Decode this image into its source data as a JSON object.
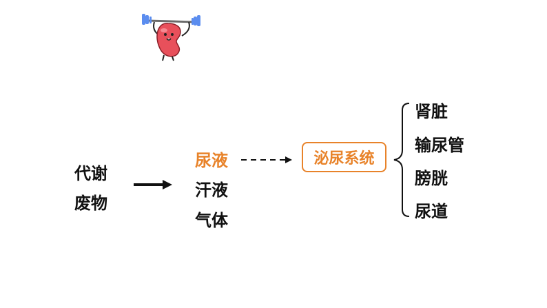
{
  "colors": {
    "accent": "#E8832A",
    "text": "#111111",
    "kidney": "#E8505B",
    "dumbbell": "#5B8DEF"
  },
  "icons": {
    "mascot": "kidney-weightlifter-icon"
  },
  "source": {
    "line1": "代谢",
    "line2": "废物"
  },
  "products": [
    "尿液",
    "汗液",
    "气体"
  ],
  "system_label": "泌尿系统",
  "organs": [
    "肾脏",
    "输尿管",
    "膀胱",
    "尿道"
  ]
}
